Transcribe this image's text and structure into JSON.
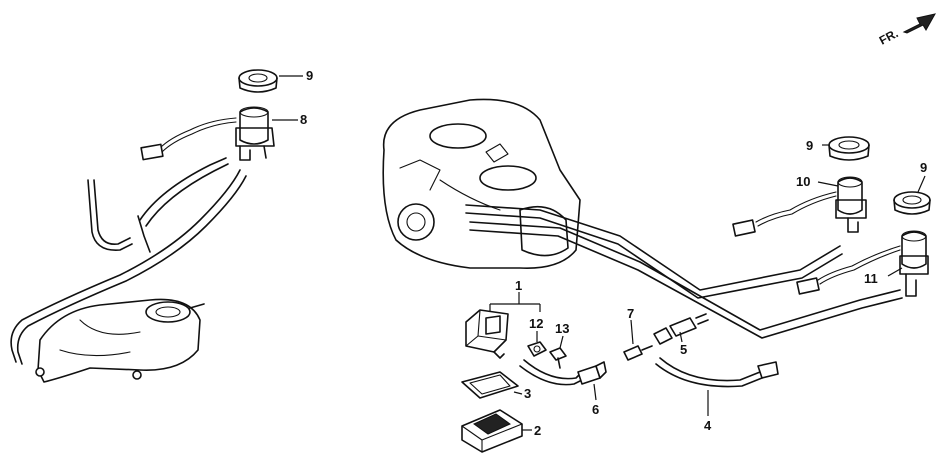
{
  "callouts": {
    "c1": "1",
    "c2": "2",
    "c3": "3",
    "c4": "4",
    "c5": "5",
    "c6": "6",
    "c7": "7",
    "c8": "8",
    "c9a": "9",
    "c9b": "9",
    "c9c": "9",
    "c10": "10",
    "c11": "11",
    "c12": "12",
    "c13": "13"
  },
  "direction_indicator": {
    "label": "FR.",
    "icon": "arrow-forward-icon"
  }
}
